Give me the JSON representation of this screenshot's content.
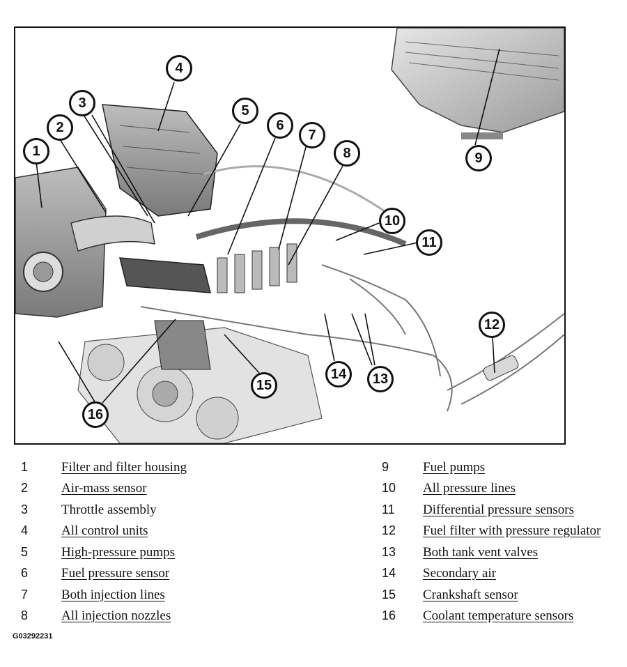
{
  "callouts": [
    "1",
    "2",
    "3",
    "4",
    "5",
    "6",
    "7",
    "8",
    "9",
    "10",
    "11",
    "12",
    "13",
    "14",
    "15",
    "16"
  ],
  "legend": [
    {
      "num": "1",
      "text": "Filter and filter housing",
      "link": true
    },
    {
      "num": "2",
      "text": "Air-mass sensor",
      "link": true
    },
    {
      "num": "3",
      "text": "Throttle assembly",
      "link": false
    },
    {
      "num": "4",
      "text": "All control units",
      "link": true
    },
    {
      "num": "5",
      "text": "High-pressure pumps",
      "link": true
    },
    {
      "num": "6",
      "text": "Fuel pressure sensor",
      "link": true
    },
    {
      "num": "7",
      "text": "Both injection lines",
      "link": true
    },
    {
      "num": "8",
      "text": "All injection nozzles",
      "link": true
    },
    {
      "num": "9",
      "text": "Fuel pumps",
      "link": true
    },
    {
      "num": "10",
      "text": "All pressure lines",
      "link": true
    },
    {
      "num": "11",
      "text": "Differential pressure sensors",
      "link": true
    },
    {
      "num": "12",
      "text": "Fuel filter with pressure regulator",
      "link": true
    },
    {
      "num": "13",
      "text": "Both tank vent valves",
      "link": true
    },
    {
      "num": "14",
      "text": "Secondary air",
      "link": true
    },
    {
      "num": "15",
      "text": "Crankshaft sensor",
      "link": true
    },
    {
      "num": "16",
      "text": "Coolant temperature sensors",
      "link": true
    }
  ],
  "figure_code": "G03292231"
}
